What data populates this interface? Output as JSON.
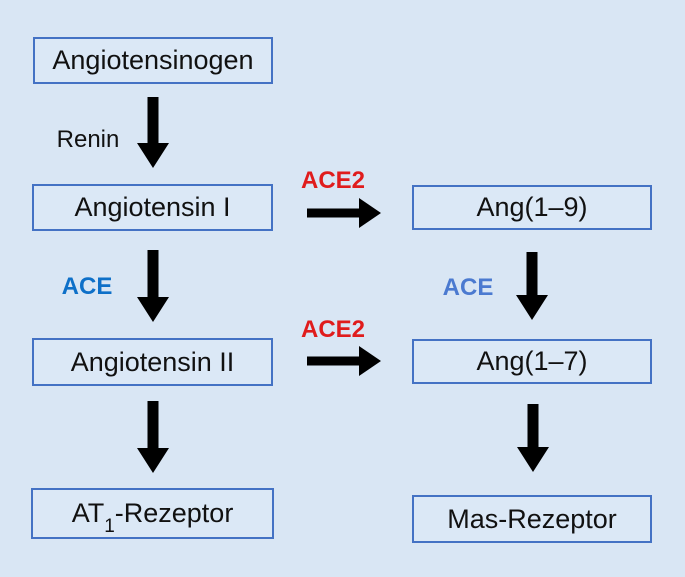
{
  "figure": {
    "description": "Renin-angiotensin system pathway diagram",
    "background_color": "#d9e6f4",
    "box_border_color": "#4472c4",
    "arrow_color": "#000000",
    "text_color": "#111111",
    "enzyme_label_colors": {
      "renin": "#111111",
      "ace_left": "#0e70c8",
      "ace_right": "#4b7ad0",
      "ace2": "#e01c1c"
    }
  },
  "nodes": {
    "angiotensinogen": {
      "label": "Angiotensinogen"
    },
    "angiotensin_i": {
      "label": "Angiotensin I"
    },
    "angiotensin_ii": {
      "label": "Angiotensin II"
    },
    "at1_receptor": {
      "pre": "AT",
      "sub": "1",
      "post": "-Rezeptor"
    },
    "ang_1_9": {
      "label": "Ang(1–9)"
    },
    "ang_1_7": {
      "label": "Ang(1–7)"
    },
    "mas_receptor": {
      "label": "Mas-Rezeptor"
    }
  },
  "enzymes": {
    "renin": {
      "label": "Renin"
    },
    "ace_left": {
      "label": "ACE"
    },
    "ace_right": {
      "label": "ACE"
    },
    "ace2_top": {
      "label": "ACE2"
    },
    "ace2_bottom": {
      "label": "ACE2"
    }
  },
  "edges": [
    {
      "from": "Angiotensinogen",
      "to": "Angiotensin I",
      "enzyme": "Renin"
    },
    {
      "from": "Angiotensin I",
      "to": "Angiotensin II",
      "enzyme": "ACE"
    },
    {
      "from": "Angiotensin I",
      "to": "Ang(1–9)",
      "enzyme": "ACE2"
    },
    {
      "from": "Angiotensin II",
      "to": "Ang(1–7)",
      "enzyme": "ACE2"
    },
    {
      "from": "Ang(1–9)",
      "to": "Ang(1–7)",
      "enzyme": "ACE"
    },
    {
      "from": "Angiotensin II",
      "to": "AT1-Rezeptor",
      "enzyme": ""
    },
    {
      "from": "Ang(1–7)",
      "to": "Mas-Rezeptor",
      "enzyme": ""
    }
  ]
}
